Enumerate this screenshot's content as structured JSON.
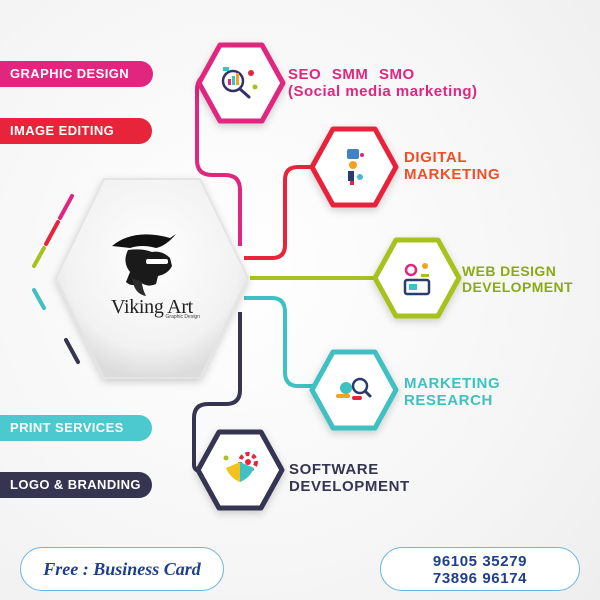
{
  "brand": {
    "name": "Viking Art",
    "tagline": "Graphic Design",
    "logo_icon": "viking-head-icon"
  },
  "side_tags": {
    "graphic_design": "GRAPHIC DESIGN",
    "image_editing": "IMAGE EDITING",
    "print_services": "PRINT SERVICES",
    "logo_branding": "LOGO & BRANDING"
  },
  "services": {
    "seo": {
      "line1": "SEO  SMM  SMO",
      "line2": "(Social media marketing)",
      "color": "#e0267f",
      "icon": "seo-analytics-icon"
    },
    "digital": {
      "line1": "DIGITAL",
      "line2": "MARKETING",
      "color": "#e8243a",
      "icon": "digital-marketing-icon"
    },
    "web": {
      "line1": "WEB DESIGN",
      "line2": "DEVELOPMENT",
      "color": "#a7c21e",
      "icon": "web-design-icon"
    },
    "research": {
      "line1": "MARKETING",
      "line2": "RESEARCH",
      "color": "#3fc0c3",
      "icon": "market-research-icon"
    },
    "software": {
      "line1": "SOFTWARE",
      "line2": "DEVELOPMENT",
      "color": "#353552",
      "icon": "software-development-icon"
    }
  },
  "footer": {
    "offer": "Free : Business Card",
    "phone1": "96105 35279",
    "phone2": "73896 96174"
  }
}
